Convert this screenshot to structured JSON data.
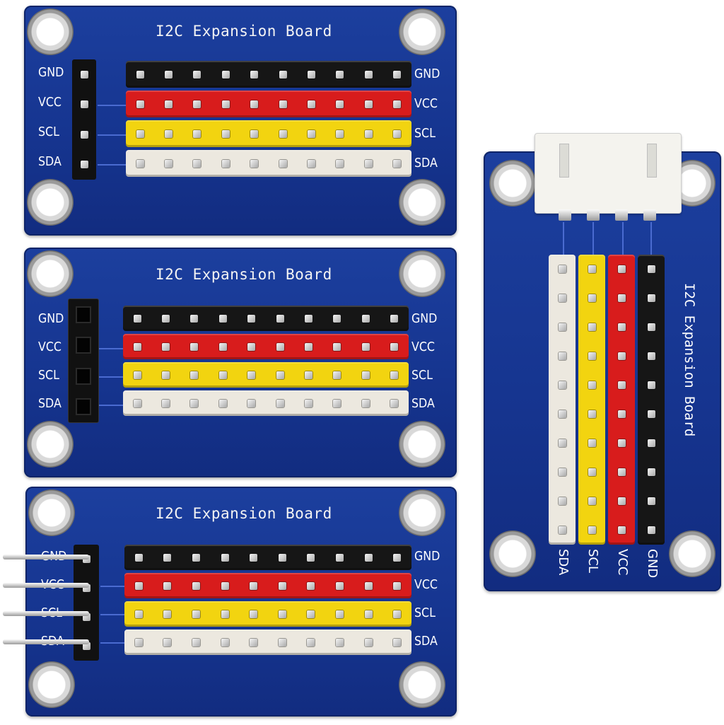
{
  "boards": [
    {
      "title": "I2C Expansion Board",
      "labels_left": [
        "GND",
        "VCC",
        "SCL",
        "SDA"
      ],
      "labels_right": [
        "GND",
        "VCC",
        "SCL",
        "SDA"
      ],
      "header": "male-straight"
    },
    {
      "title": "I2C Expansion Board",
      "labels_left": [
        "GND",
        "VCC",
        "SCL",
        "SDA"
      ],
      "labels_right": [
        "GND",
        "VCC",
        "SCL",
        "SDA"
      ],
      "header": "female"
    },
    {
      "title": "I2C Expansion Board",
      "labels_left": [
        "GND",
        "VCC",
        "SCL",
        "SDA"
      ],
      "labels_right": [
        "GND",
        "VCC",
        "SCL",
        "SDA"
      ],
      "header": "male-right-angle"
    },
    {
      "title": "I2C Expansion Board",
      "labels_bottom": [
        "SDA",
        "SCL",
        "VCC",
        "GND"
      ],
      "header": "jst-connector"
    }
  ],
  "colors": {
    "board": "#163590",
    "gnd": "#161616",
    "vcc": "#d81c1c",
    "scl": "#f2d410",
    "sda": "#ece8df"
  }
}
